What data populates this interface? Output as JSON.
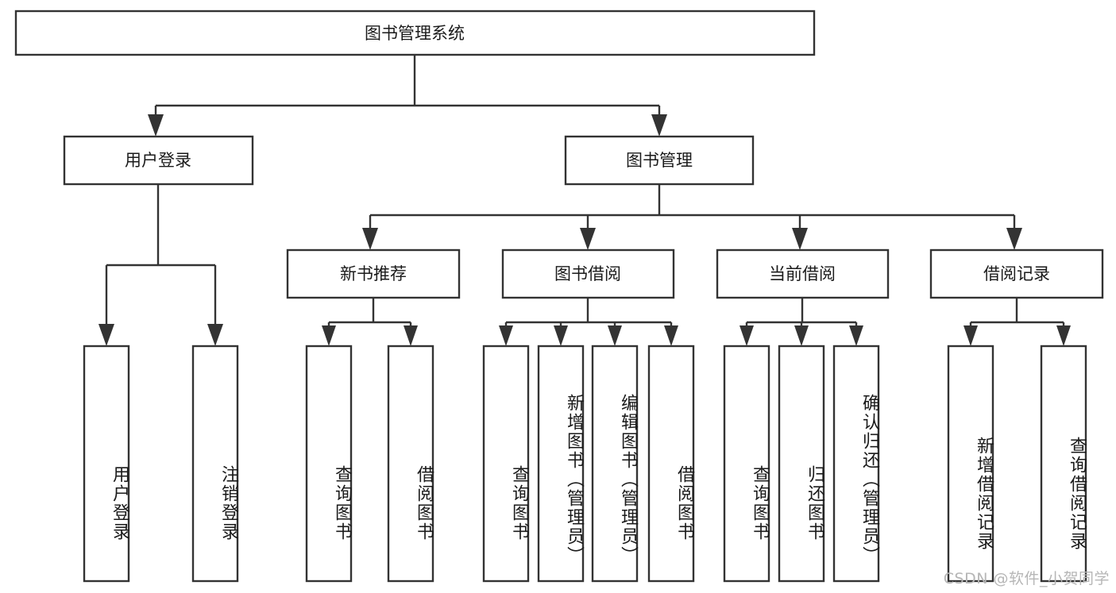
{
  "diagram": {
    "title": "图书管理系统",
    "watermark": "CSDN @软件_小贺同学",
    "colors": {
      "stroke": "#333333",
      "fill": "#ffffff",
      "text": "#1a1a1a",
      "watermark": "#b6b6b6"
    },
    "levels": {
      "root": "图书管理系统",
      "level2": [
        "用户登录",
        "图书管理"
      ],
      "level3": [
        "新书推荐",
        "图书借阅",
        "当前借阅",
        "借阅记录"
      ]
    },
    "nodes": {
      "root": {
        "label": "图书管理系统"
      },
      "user_login": {
        "label": "用户登录"
      },
      "book_manage": {
        "label": "图书管理"
      },
      "new_book_rec": {
        "label": "新书推荐"
      },
      "book_borrow": {
        "label": "图书借阅"
      },
      "current_borrow": {
        "label": "当前借阅"
      },
      "borrow_record": {
        "label": "借阅记录"
      }
    },
    "leaves": {
      "user_login": [
        {
          "label": "用户登录"
        },
        {
          "label": "注销登录"
        }
      ],
      "new_book_rec": [
        {
          "label": "查询图书"
        },
        {
          "label": "借阅图书"
        }
      ],
      "book_borrow": [
        {
          "label": "查询图书"
        },
        {
          "label": "新增图书（管理员）"
        },
        {
          "label": "编辑图书（管理员）"
        },
        {
          "label": "借阅图书"
        }
      ],
      "current_borrow": [
        {
          "label": "查询图书"
        },
        {
          "label": "归还图书"
        },
        {
          "label": "确认归还（管理员）"
        }
      ],
      "borrow_record": [
        {
          "label": "新增借阅记录"
        },
        {
          "label": "查询借阅记录"
        }
      ]
    }
  }
}
